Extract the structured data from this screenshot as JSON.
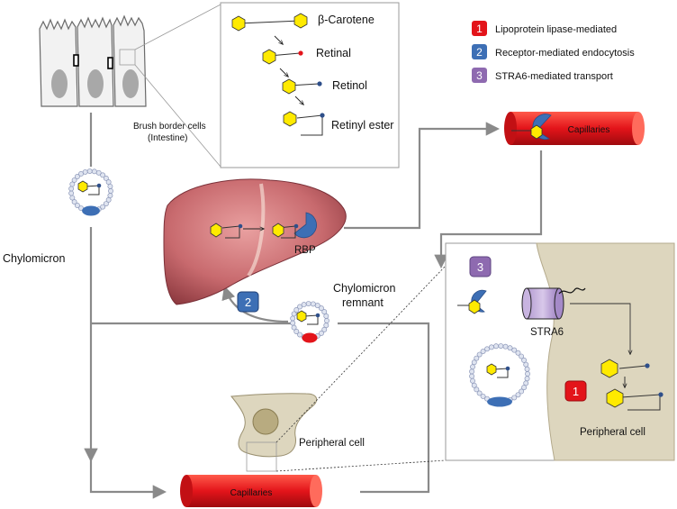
{
  "colors": {
    "red": "#e3141a",
    "blue": "#3d6fb5",
    "purple": "#8e6ab0",
    "hexagon": "#ffea00",
    "grey_line": "#8a8a8a",
    "peripheral_bg": "#ddd6be"
  },
  "legend": [
    {
      "num": "1",
      "label": "Lipoprotein lipase-mediated",
      "color": "red"
    },
    {
      "num": "2",
      "label": "Receptor-mediated endocytosis",
      "color": "blue"
    },
    {
      "num": "3",
      "label": "STRA6-mediated transport",
      "color": "purple"
    }
  ],
  "inset_top": {
    "items": [
      "β-Carotene",
      "Retinal",
      "Retinol",
      "Retinyl ester"
    ]
  },
  "labels": {
    "brush_border_line1": "Brush border cells",
    "brush_border_line2": "(Intestine)",
    "chylomicron": "Chylomicron",
    "rbp": "RBP",
    "remnant_line1": "Chylomicron",
    "remnant_line2": "remnant",
    "peripheral_cell": "Peripheral cell",
    "capillaries_bottom": "Capillaries",
    "capillaries_top": "Capillaries",
    "stra6": "STRA6",
    "peripheral_cell_zoom": "Peripheral cell"
  },
  "badges": {
    "remnant_badge": "2",
    "stra6_badge": "3",
    "lipase_badge": "1"
  }
}
